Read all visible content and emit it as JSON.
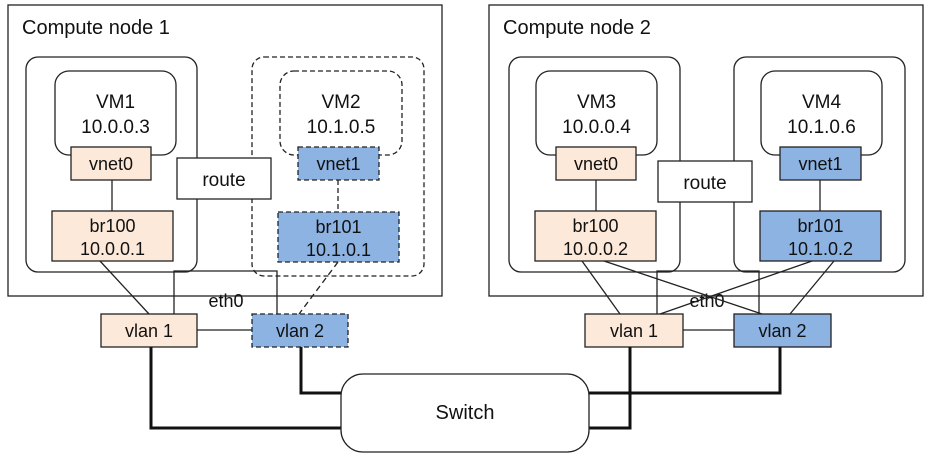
{
  "colors": {
    "peach": "#fde9d9",
    "blue": "#8db3e2",
    "line": "#222222"
  },
  "node1": {
    "title": "Compute node 1",
    "vm1": {
      "name": "VM1",
      "ip": "10.0.0.3"
    },
    "vnet0": "vnet0",
    "br100": {
      "name": "br100",
      "ip": "10.0.0.1"
    },
    "route": "route",
    "vm2": {
      "name": "VM2",
      "ip": "10.1.0.5"
    },
    "vnet1": "vnet1",
    "br101": {
      "name": "br101",
      "ip": "10.1.0.1"
    },
    "eth0": "eth0",
    "vlan1": "vlan 1",
    "vlan2": "vlan 2"
  },
  "node2": {
    "title": "Compute node 2",
    "vm3": {
      "name": "VM3",
      "ip": "10.0.0.4"
    },
    "vnet0": "vnet0",
    "br100": {
      "name": "br100",
      "ip": "10.0.0.2"
    },
    "route": "route",
    "vm4": {
      "name": "VM4",
      "ip": "10.1.0.6"
    },
    "vnet1": "vnet1",
    "br101": {
      "name": "br101",
      "ip": "10.1.0.2"
    },
    "eth0": "eth0",
    "vlan1": "vlan 1",
    "vlan2": "vlan 2"
  },
  "switch": "Switch"
}
